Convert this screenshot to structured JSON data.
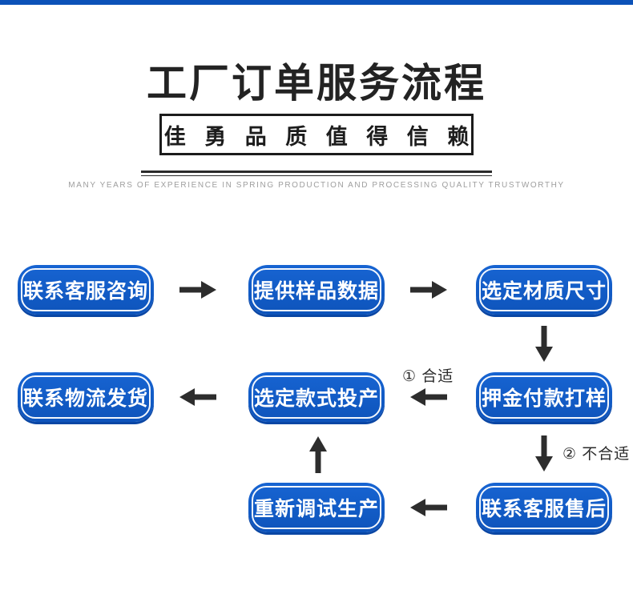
{
  "page": {
    "background": "#ffffff",
    "top_bar_color": "#0c52b8"
  },
  "header": {
    "title": "工厂订单服务流程",
    "subtitle": "佳 勇 品 质 值 得 信 赖",
    "tagline": "MANY YEARS OF EXPERIENCE IN SPRING PRODUCTION AND PROCESSING QUALITY TRUSTWORTHY"
  },
  "flow": {
    "colors": {
      "box_blue": "#0f56c0",
      "box_shadow_blue": "#0a46a4",
      "arrow": "#2d2d2d"
    },
    "steps": [
      {
        "label": "联系客服咨询"
      },
      {
        "label": "提供样品数据"
      },
      {
        "label": "选定材质尺寸"
      },
      {
        "label": "联系物流发货"
      },
      {
        "label": "选定款式投产"
      },
      {
        "label": "押金付款打样"
      },
      {
        "label": "重新调试生产"
      },
      {
        "label": "联系客服售后"
      }
    ],
    "labels": {
      "suitable": "① 合适",
      "not_suitable": "② 不合适"
    }
  }
}
